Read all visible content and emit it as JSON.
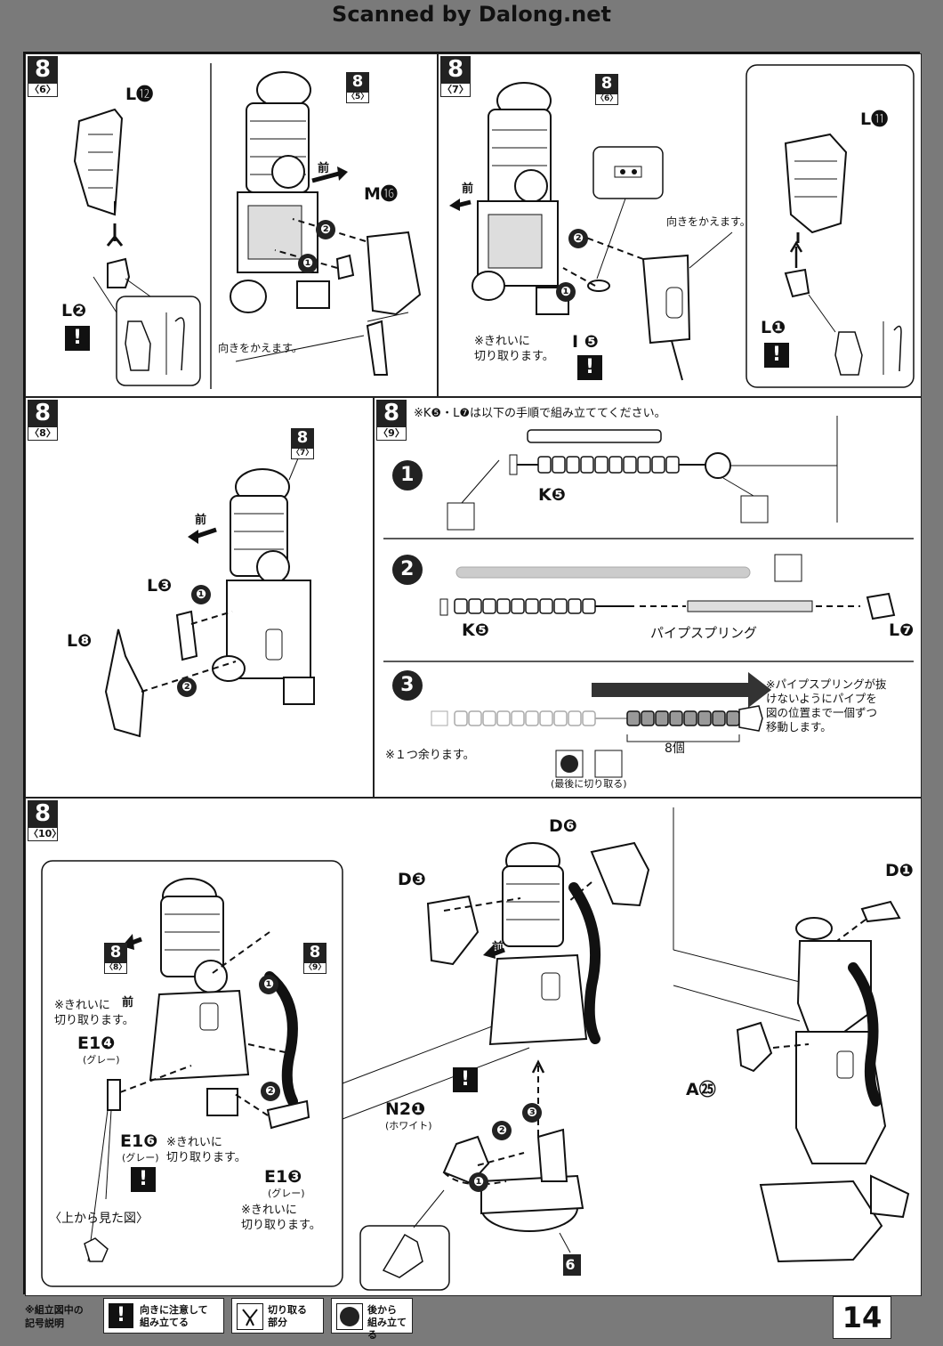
{
  "header": {
    "watermark": "Scanned by Dalong.net"
  },
  "step6": {
    "step": "8",
    "sub": "〈6〉",
    "ref": {
      "n": "8",
      "s": "〈5〉"
    },
    "parts": {
      "top": "L⓬",
      "mid": "L❷",
      "side": "M⓰"
    },
    "dir": "前",
    "note": "向きをかえます。",
    "nums": [
      "❷",
      "❶"
    ]
  },
  "step7": {
    "step": "8",
    "sub": "〈7〉",
    "ref": {
      "n": "8",
      "s": "〈6〉"
    },
    "parts": {
      "right": "L⓫",
      "bottom": "L❶",
      "clip": "I ❺"
    },
    "dir": "前",
    "note_turn": "向きをかえます。",
    "note_clean": "※きれいに\n切り取ります。",
    "nums": [
      "❷",
      "❶"
    ]
  },
  "step8": {
    "step": "8",
    "sub": "〈8〉",
    "ref": {
      "n": "8",
      "s": "〈7〉"
    },
    "parts": {
      "a": "L❸",
      "b": "L❽"
    },
    "dir": "前",
    "nums": [
      "❶",
      "❷"
    ]
  },
  "step9": {
    "step": "8",
    "sub": "〈9〉",
    "intro": "※K❺・L❼は以下の手順で組み立ててください。",
    "row1": {
      "big": "1",
      "part": "K❺"
    },
    "row2": {
      "big": "2",
      "part_left": "K❺",
      "spring": "パイプスプリング",
      "part_right": "L❼"
    },
    "row3": {
      "big": "3",
      "note_left": "※１つ余ります。",
      "count": "8個",
      "last": "(最後に切り取る)",
      "note_right": "※パイプスプリングが抜\nけないようにパイプを\n図の位置まで一個ずつ\n移動します。"
    }
  },
  "step10": {
    "step": "8",
    "sub": "〈10〉",
    "ref_a": {
      "n": "8",
      "s": "〈8〉"
    },
    "ref_b": {
      "n": "8",
      "s": "〈9〉"
    },
    "dir": "前",
    "note_clean1": "※きれいに\n切り取ります。",
    "e14": "E1❹",
    "e14_color": "(グレー)",
    "e16": "E1❻",
    "e16_color": "(グレー)",
    "note_clean2": "※きれいに\n切り取ります。",
    "e13": "E1❸",
    "e13_color": "(グレー)",
    "note_clean3": "※きれいに\n切り取ります。",
    "top_view": "〈上から見た図〉",
    "d6": "D❻",
    "d3": "D❸",
    "d1": "D❶",
    "a25": "A㉕",
    "n21": "N2❶",
    "n21_color": "(ホワイト)",
    "dir2": "前",
    "stand": "6",
    "nums": [
      "❶",
      "❷",
      "❸"
    ]
  },
  "legend": {
    "caption": "※組立図中の\n記号説明",
    "items": [
      "向きに注意して\n組み立てる",
      "切り取る\n部分",
      "後から\n組み立てる"
    ]
  },
  "page": {
    "number": "14"
  }
}
